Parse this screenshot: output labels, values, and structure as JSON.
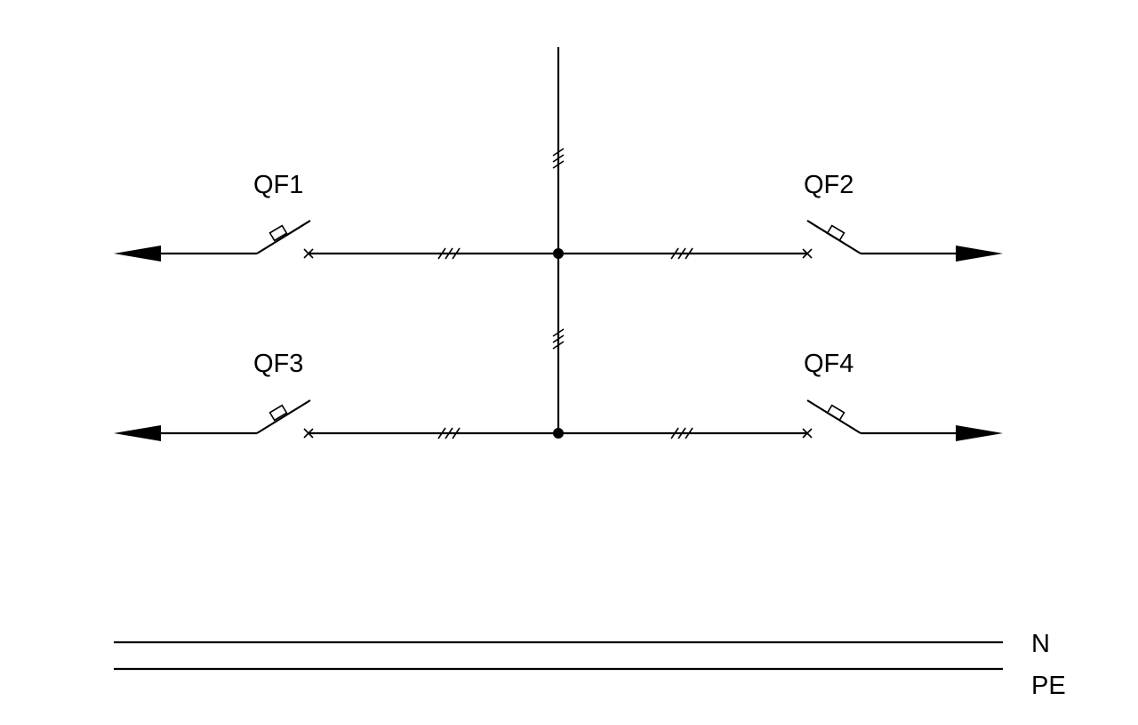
{
  "diagram": {
    "breakers": [
      {
        "label": "QF1"
      },
      {
        "label": "QF2"
      },
      {
        "label": "QF3"
      },
      {
        "label": "QF4"
      }
    ],
    "conductors": {
      "neutral_label": "N",
      "protective_earth_label": "PE"
    },
    "colors": {
      "line": "#000000",
      "background": "#ffffff"
    }
  }
}
